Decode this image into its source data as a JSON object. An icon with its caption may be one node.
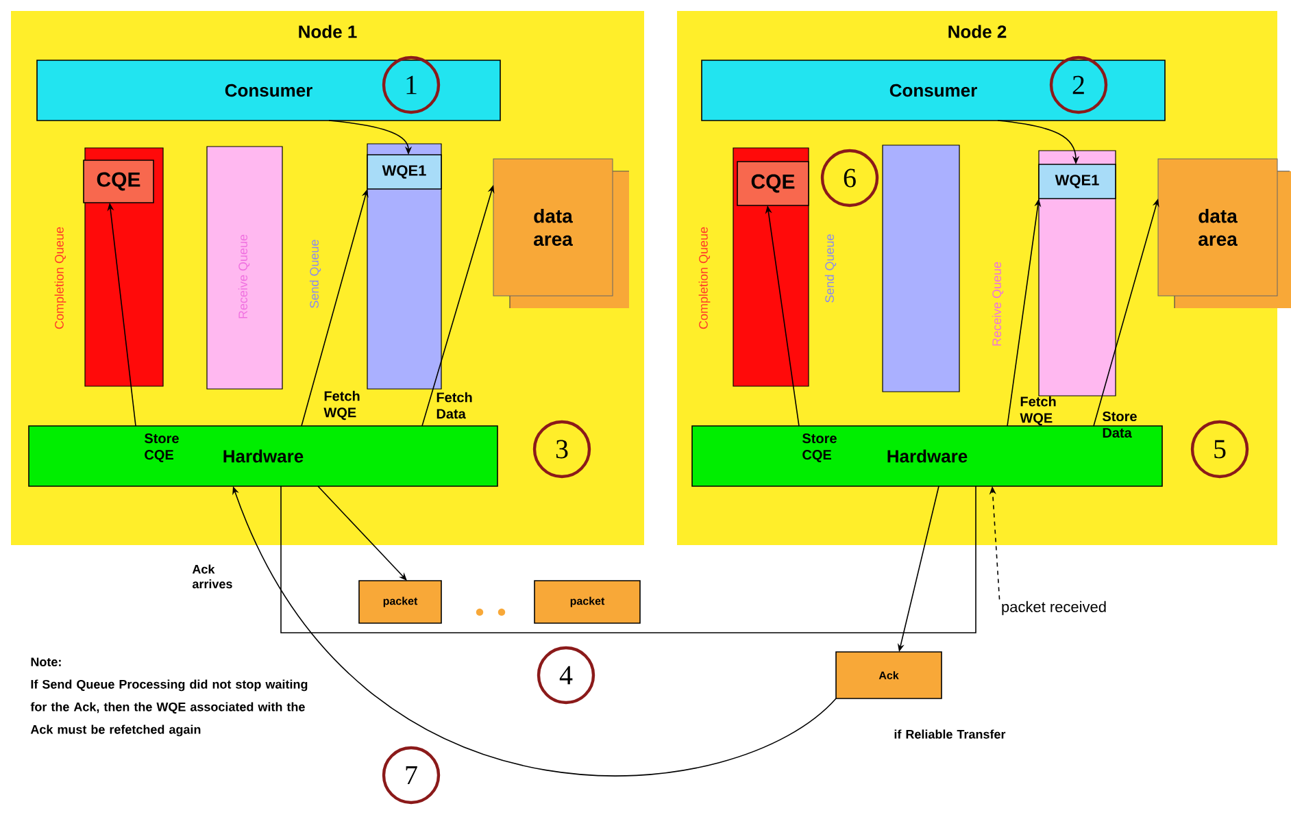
{
  "diagram": {
    "nodes": [
      {
        "text": [
          "Node 1"
        ]
      },
      {
        "text": [
          "Consumer"
        ],
        "in": 0
      },
      {
        "text": [],
        "shape": "bar",
        "beside": [
          "Completion Queue"
        ],
        "in": 0
      },
      {
        "text": [
          "CQE"
        ],
        "in": 2
      },
      {
        "text": [
          "Receive Queue"
        ],
        "in": 0
      },
      {
        "text": [],
        "shape": "bar",
        "in": 0
      },
      {
        "text": [
          "WQE1"
        ],
        "in": 5
      },
      {
        "text": [
          "data area"
        ],
        "in": 0
      },
      {
        "text": [
          "Hardware"
        ],
        "in": 0
      },
      {
        "text": [
          "1"
        ],
        "in": 1
      },
      {
        "text": [
          "3"
        ],
        "in": 0
      },
      {
        "text": [
          "Node 2"
        ]
      },
      {
        "text": [
          "Consumer"
        ],
        "in": 11
      },
      {
        "text": [],
        "shape": "bar",
        "beside": [
          "Completion Queue"
        ],
        "in": 11
      },
      {
        "text": [
          "CQE"
        ],
        "in": 13
      },
      {
        "text": [],
        "shape": "bar",
        "beside": [
          "Send Queue"
        ],
        "in": 11
      },
      {
        "text": [],
        "shape": "bar",
        "in": 11
      },
      {
        "text": [
          "WQE1"
        ],
        "in": 16
      },
      {
        "text": [
          "data area"
        ],
        "in": 11
      },
      {
        "text": [
          "Hardware"
        ],
        "in": 11
      },
      {
        "text": [
          "2"
        ],
        "in": 12
      },
      {
        "text": [
          "6"
        ],
        "in": 11
      },
      {
        "text": [
          "5"
        ],
        "in": 11
      },
      {
        "text": [
          "packet"
        ]
      },
      {
        "text": [
          "packet"
        ]
      },
      {
        "text": [
          "Ack"
        ]
      },
      {
        "text": [
          "4"
        ]
      },
      {
        "text": [
          "7"
        ]
      },
      {
        "text": [
          "packet received"
        ]
      }
    ],
    "edges": [
      {
        "from": 1,
        "to": 6,
        "arrow": "to"
      },
      {
        "from": 8,
        "to": 3,
        "arrow": "to",
        "label": "Store CQE"
      },
      {
        "from": 8,
        "to": 6,
        "arrow": "to",
        "label": "Fetch WQE"
      },
      {
        "from": 8,
        "to": 7,
        "arrow": "to",
        "label": "Fetch Data"
      },
      {
        "from": 8,
        "to": 23,
        "arrow": "to"
      },
      {
        "from": 8,
        "to": 19,
        "arrow": "none"
      },
      {
        "from": 12,
        "to": 17,
        "arrow": "to"
      },
      {
        "from": 19,
        "to": 14,
        "arrow": "to",
        "label": "Store CQE"
      },
      {
        "from": 19,
        "to": 17,
        "arrow": "to",
        "label": "Fetch WQE"
      },
      {
        "from": 19,
        "to": 18,
        "arrow": "to",
        "label": "Store Data"
      },
      {
        "from": 19,
        "to": 25,
        "arrow": "to"
      },
      {
        "from": 25,
        "to": 8,
        "arrow": "to"
      },
      {
        "from": 28,
        "to": 19,
        "arrow": "to",
        "style": "dashed"
      }
    ],
    "labels": [
      "Send Queue",
      "Receive Queue",
      "Ack arrives",
      "if Reliable Transfer",
      "Note:",
      "If Send Queue Processing did not stop waiting for the Ack, then the WQE associated with the Ack must be refetched again"
    ]
  }
}
